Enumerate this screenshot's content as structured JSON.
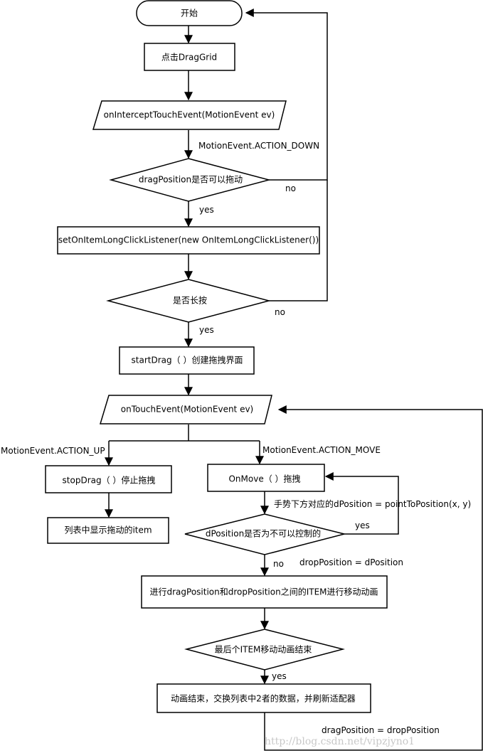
{
  "nodes": {
    "start": "开始",
    "click_grid": "点击DragGrid",
    "intercept_touch": "onInterceptTouchEvent(MotionEvent ev)",
    "drag_position_check": "dragPosition是否可以拖动",
    "set_long_click": "setOnItemLongClickListener(new OnItemLongClickListener())",
    "long_press_check": "是否长按",
    "start_drag": "startDrag（ ）创建拖拽界面",
    "on_touch_event": "onTouchEvent(MotionEvent ev)",
    "stop_drag": "stopDrag（ ）停止拖拽",
    "show_item": "列表中显示拖动的item",
    "on_move": "OnMove（ ）拖拽",
    "dposition_check": "dPosition是否为不可以控制的",
    "move_animation": "进行dragPosition和dropPosition之间的ITEM进行移动动画",
    "last_item_check": "最后个ITEM移动动画结束",
    "swap_data": "动画结束，交换列表中2者的数据，并刷新适配器"
  },
  "edge_labels": {
    "action_down": "MotionEvent.ACTION_DOWN",
    "no_1": "no",
    "yes_1": "yes",
    "no_2": "no",
    "yes_2": "yes",
    "action_up": "MotionEvent.ACTION_UP",
    "action_move": "MotionEvent.ACTION_MOVE",
    "point_to_position": "手势下方对应的dPosition = pointToPosition(x, y)",
    "yes_3": "yes",
    "no_3": "no",
    "drop_eq_d": "dropPosition = dPosition",
    "yes_4": "yes",
    "drag_eq_drop": "dragPosition = dropPosition"
  },
  "watermark": "http://blog.csdn.net/vipzjyno1"
}
